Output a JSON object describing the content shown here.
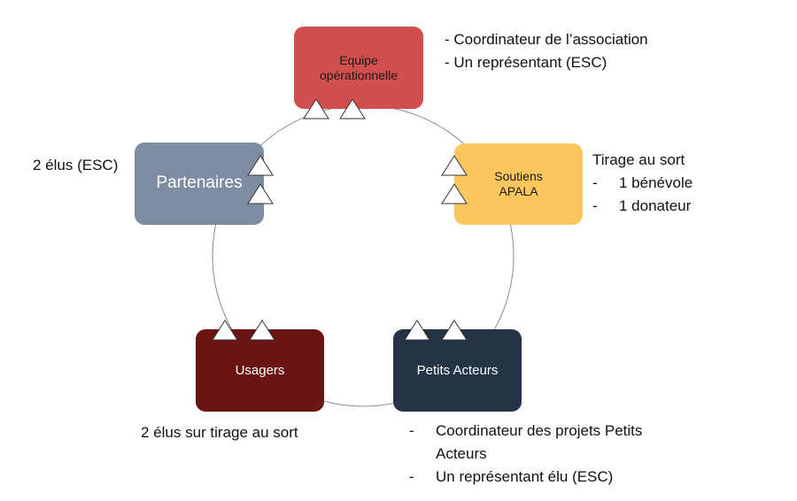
{
  "nodes": {
    "equipe": {
      "label_lines": [
        "Equipe",
        "opérationnelle"
      ],
      "color": "#d14f4f"
    },
    "soutiens": {
      "label_lines": [
        "Soutiens",
        "APALA"
      ],
      "color": "#fcc75e"
    },
    "petits": {
      "label_lines": [
        "Petits Acteurs"
      ],
      "color": "#253347"
    },
    "usagers": {
      "label_lines": [
        "Usagers"
      ],
      "color": "#6b1414"
    },
    "partenaires": {
      "label_lines": [
        "Partenaires"
      ],
      "color": "#7d8ca0"
    }
  },
  "annotations": {
    "equipe": {
      "lines": [
        "- Coordinateur de l’association",
        "- Un représentant (ESC)"
      ]
    },
    "soutiens": {
      "title": "Tirage au sort",
      "items": [
        "1 bénévole",
        "1 donateur"
      ]
    },
    "petits": {
      "items": [
        "Coordinateur des projets Petits",
        "Acteurs",
        "Un représentant élu (ESC)"
      ]
    },
    "usagers": {
      "text": "2 élus sur tirage au sort"
    },
    "partenaires": {
      "text": "2 élus (ESC)"
    }
  },
  "colors": {
    "circle": "#8a8a8a",
    "triangle_fill": "#ffffff",
    "triangle_stroke": "#333333"
  }
}
